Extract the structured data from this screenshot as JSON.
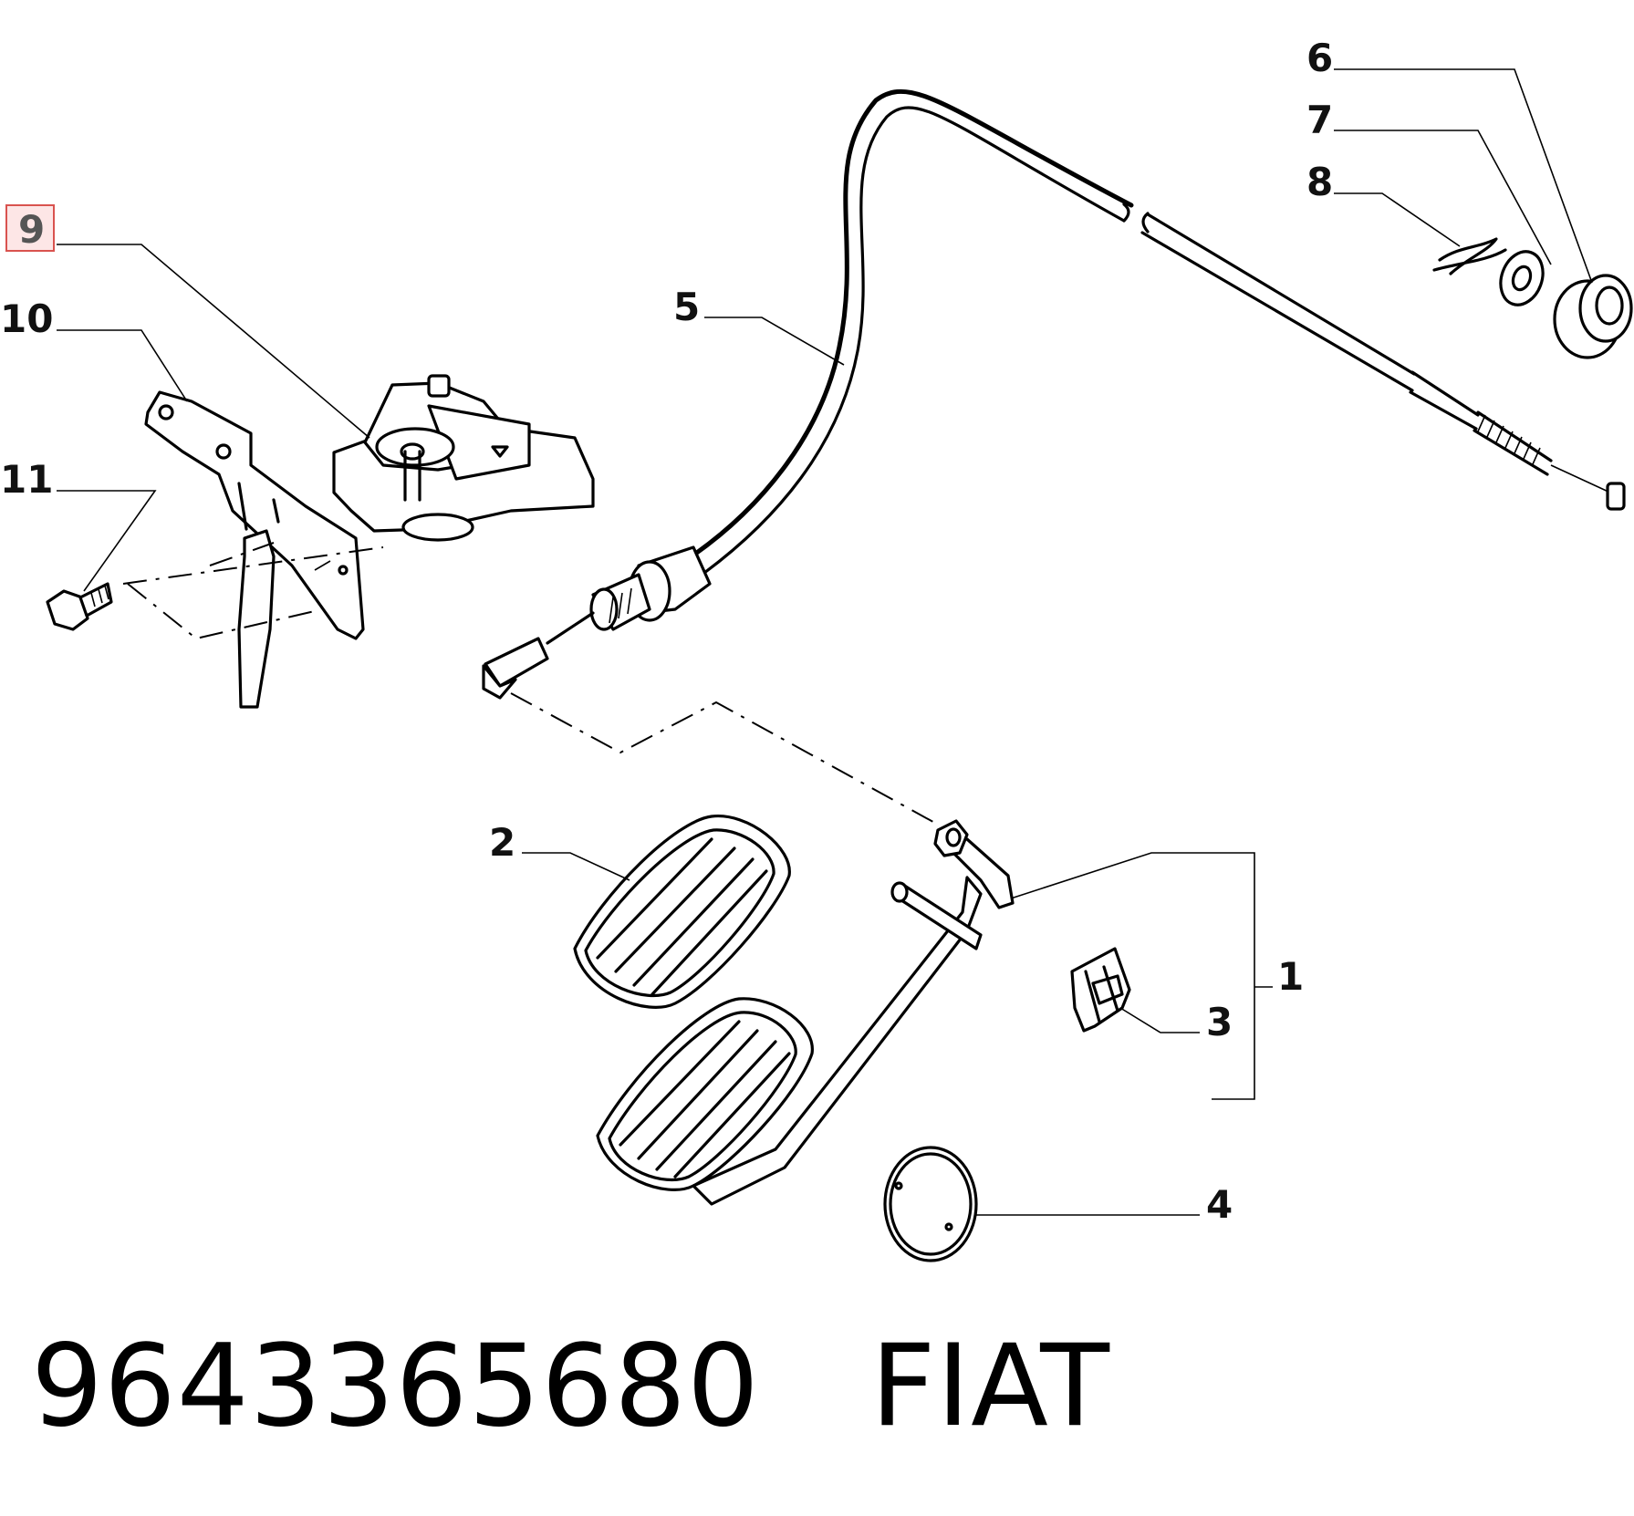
{
  "diagram": {
    "callouts": [
      {
        "id": "1",
        "label": "1"
      },
      {
        "id": "2",
        "label": "2"
      },
      {
        "id": "3",
        "label": "3"
      },
      {
        "id": "4",
        "label": "4"
      },
      {
        "id": "5",
        "label": "5"
      },
      {
        "id": "6",
        "label": "6"
      },
      {
        "id": "7",
        "label": "7"
      },
      {
        "id": "8",
        "label": "8"
      },
      {
        "id": "9",
        "label": "9",
        "highlighted": true
      },
      {
        "id": "10",
        "label": "10"
      },
      {
        "id": "11",
        "label": "11"
      }
    ],
    "highlight_color": "#d9534f"
  },
  "caption": {
    "part_number": "9643365680",
    "brand": "FIAT"
  }
}
